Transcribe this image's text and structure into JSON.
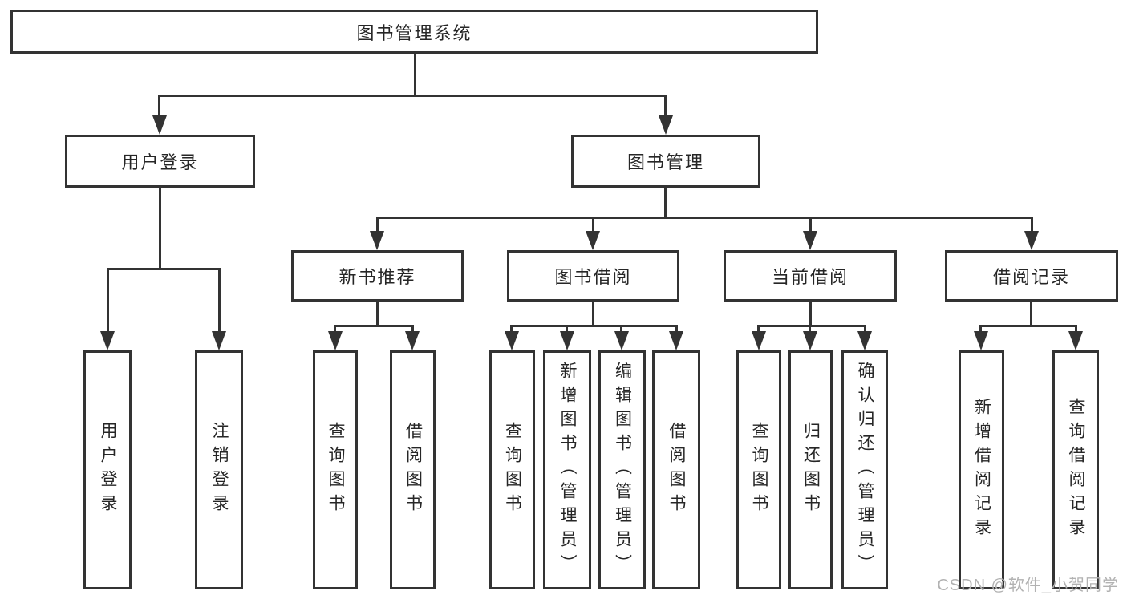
{
  "tree": {
    "root": {
      "label": "图书管理系统",
      "children": [
        {
          "label": "用户登录",
          "children": [
            {
              "label": "用户登录"
            },
            {
              "label": "注销登录"
            }
          ]
        },
        {
          "label": "图书管理",
          "children": [
            {
              "label": "新书推荐",
              "children": [
                {
                  "label": "查询图书"
                },
                {
                  "label": "借阅图书"
                }
              ]
            },
            {
              "label": "图书借阅",
              "children": [
                {
                  "label": "查询图书"
                },
                {
                  "label": "新增图书（管理员）"
                },
                {
                  "label": "编辑图书（管理员）"
                },
                {
                  "label": "借阅图书"
                }
              ]
            },
            {
              "label": "当前借阅",
              "children": [
                {
                  "label": "查询图书"
                },
                {
                  "label": "归还图书"
                },
                {
                  "label": "确认归还（管理员）"
                }
              ]
            },
            {
              "label": "借阅记录",
              "children": [
                {
                  "label": "新增借阅记录"
                },
                {
                  "label": "查询借阅记录"
                }
              ]
            }
          ]
        }
      ]
    }
  },
  "watermark": {
    "text": "CSDN @软件_小贺同学"
  },
  "colors": {
    "line": "#333333",
    "text": "#262626",
    "bg": "#ffffff",
    "watermark": "#b2b2b2"
  }
}
